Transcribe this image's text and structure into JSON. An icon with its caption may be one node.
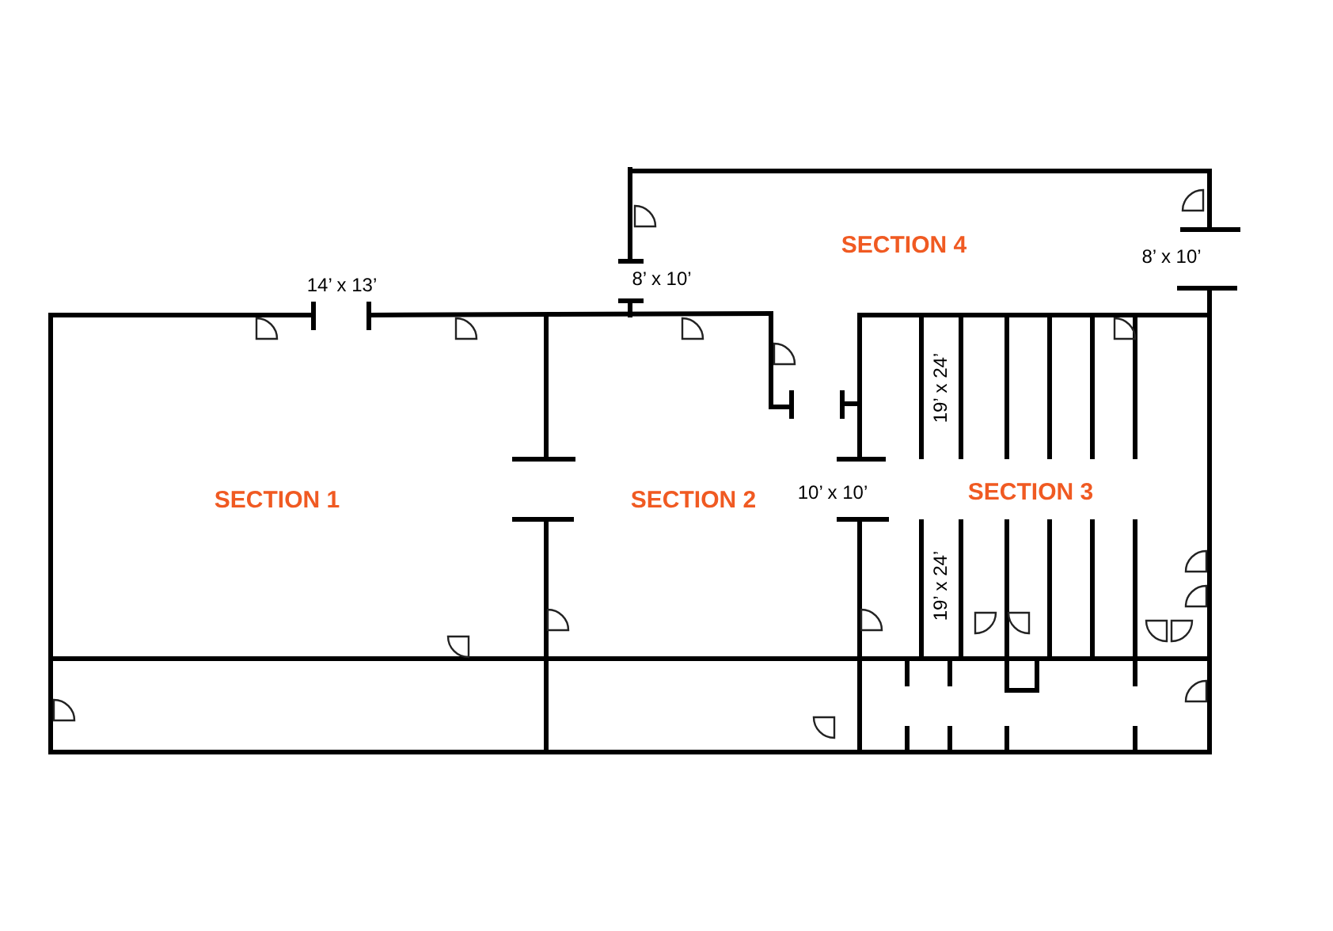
{
  "diagram": {
    "labels": [
      "SECTION 4",
      "8’ x 10’",
      "8’ x 10’",
      "14’ x 13’",
      "19’ x 24’",
      "SECTION 1",
      "SECTION 2",
      "10’ x 10’",
      "SECTION 3",
      "19’ x 24’"
    ]
  }
}
